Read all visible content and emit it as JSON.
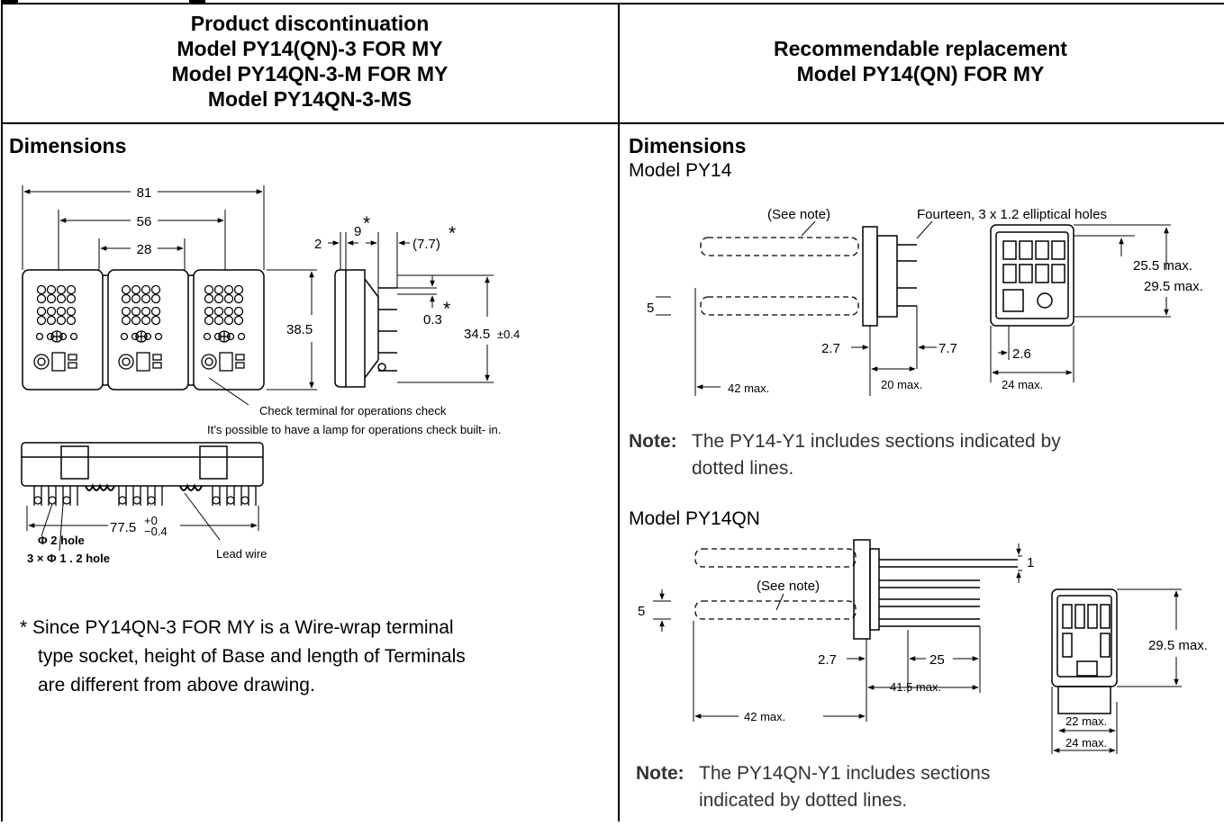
{
  "header": {
    "left_lines": [
      "Product discontinuation",
      "Model PY14(QN)-3 FOR MY",
      "Model PY14QN-3-M FOR MY",
      "Model PY14QN-3-MS"
    ],
    "right_lines": [
      "Recommendable replacement",
      "Model PY14(QN) FOR MY"
    ]
  },
  "left": {
    "section_title": "Dimensions",
    "dims": {
      "d81": "81",
      "d56": "56",
      "d28": "28",
      "d38_5": "38.5",
      "d2": "2",
      "d9": "9",
      "d7_7": "(7.7)",
      "d0_3": "0.3",
      "d34_5": "34.5",
      "d34_5_tol": "±0.4",
      "d77_5": "77.5",
      "d77_5_tol_plus": "+0",
      "d77_5_tol_minus": "−0.4",
      "star": "*"
    },
    "callouts": {
      "check_terminal": "Check terminal for operations check",
      "lamp_note": "It’s possible to have a lamp for operations check built- in.",
      "hole_2": "Φ 2 hole",
      "hole_1_2": "3 × Φ 1 . 2 hole",
      "lead_wire": "Lead wire"
    },
    "footnote_lines": [
      "* Since PY14QN-3 FOR MY is a Wire-wrap terminal",
      "type socket, height of Base and length of Terminals",
      "are different from above drawing."
    ]
  },
  "right": {
    "section_title": "Dimensions",
    "py14": {
      "model_title": "Model PY14",
      "see_note": "(See note)",
      "holes": "Fourteen, 3 x 1.2 elliptical holes",
      "d25_5": "25.5 max.",
      "d29_5": "29.5 max.",
      "d5": "5",
      "d2_7": "2.7",
      "d7_7": "7.7",
      "d2_6": "2.6",
      "d20": "20 max.",
      "d24": "24 max.",
      "d42": "42 max.",
      "note_label": "Note:",
      "note_lines": [
        "The PY14-Y1 includes sections indicated by",
        "dotted lines."
      ]
    },
    "py14qn": {
      "model_title": "Model PY14QN",
      "see_note": "(See note)",
      "d1": "1",
      "d5": "5",
      "d29_5": "29.5 max.",
      "d2_7": "2.7",
      "d25": "25",
      "d41_5": "41.5 max.",
      "d42": "42 max.",
      "d22": "22 max.",
      "d24": "24 max.",
      "note_label": "Note:",
      "note_lines": [
        "The PY14QN-Y1 includes sections",
        "indicated by dotted lines."
      ]
    }
  }
}
